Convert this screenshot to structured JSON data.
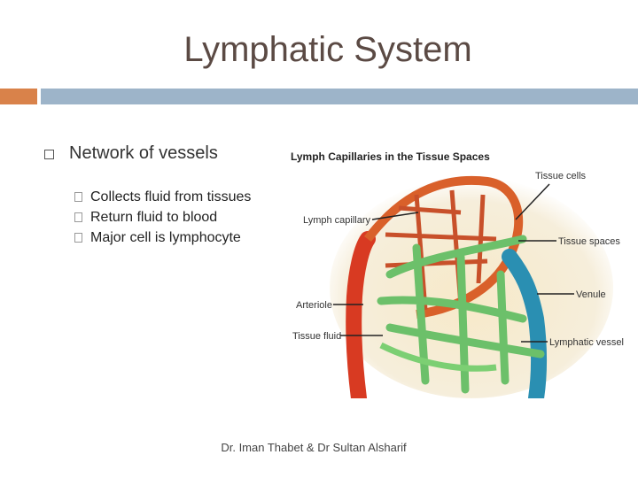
{
  "slide": {
    "title": "Lymphatic System",
    "bullet": "Network of vessels",
    "sub_bullets": [
      "Collects fluid from tissues",
      "Return fluid to blood",
      "Major cell is lymphocyte"
    ],
    "footer": "Dr. Iman Thabet & Dr Sultan Alsharif"
  },
  "figure": {
    "title": "Lymph Capillaries in the Tissue Spaces",
    "labels": {
      "tissue_cells": "Tissue cells",
      "lymph_capillary": "Lymph capillary",
      "tissue_spaces": "Tissue spaces",
      "venule": "Venule",
      "arteriole": "Arteriole",
      "tissue_fluid": "Tissue fluid",
      "lymphatic_vessel": "Lymphatic vessel"
    }
  },
  "colors": {
    "title_text": "#5b4a44",
    "accent_orange": "#d9824a",
    "accent_blue": "#9db4c9",
    "arteriole_red": "#d83a22",
    "venule_blue": "#2a8fb2",
    "lymph_green": "#6cc06a"
  }
}
